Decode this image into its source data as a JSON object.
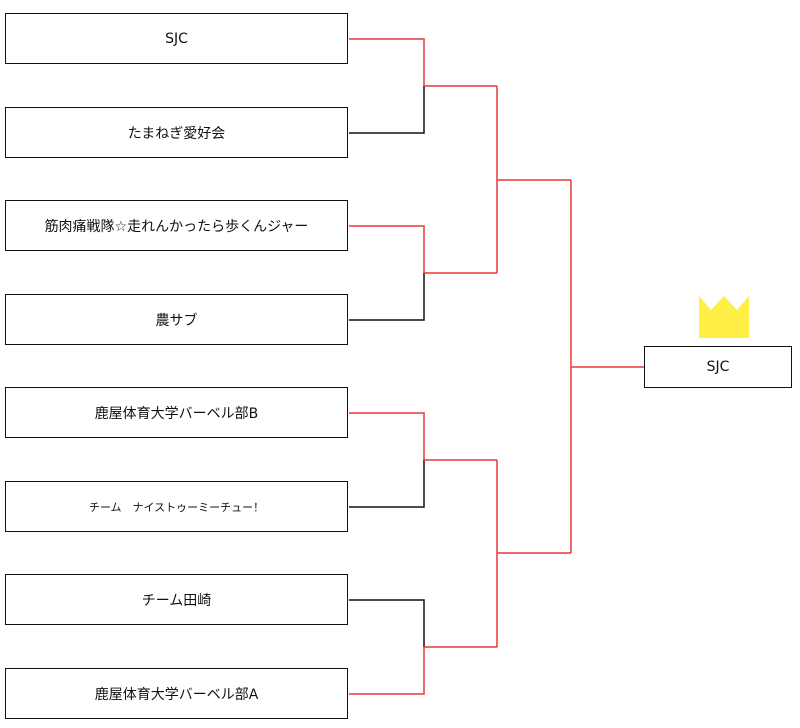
{
  "teams": [
    {
      "name": "SJC"
    },
    {
      "name": "たまねぎ愛好会"
    },
    {
      "name": "筋肉痛戦隊☆走れんかったら歩くんジャー"
    },
    {
      "name": "農サブ"
    },
    {
      "name": "鹿屋体育大学バーベル部B"
    },
    {
      "name": "チーム　ナイストゥーミーチュー！"
    },
    {
      "name": "チーム田崎"
    },
    {
      "name": "鹿屋体育大学バーベル部A"
    }
  ],
  "champion": {
    "name": "SJC"
  },
  "colors": {
    "advance_line": "#e53935",
    "eliminated_line": "#111111",
    "crown": "#ffee44"
  },
  "icons": {
    "champion": "crown-icon"
  }
}
